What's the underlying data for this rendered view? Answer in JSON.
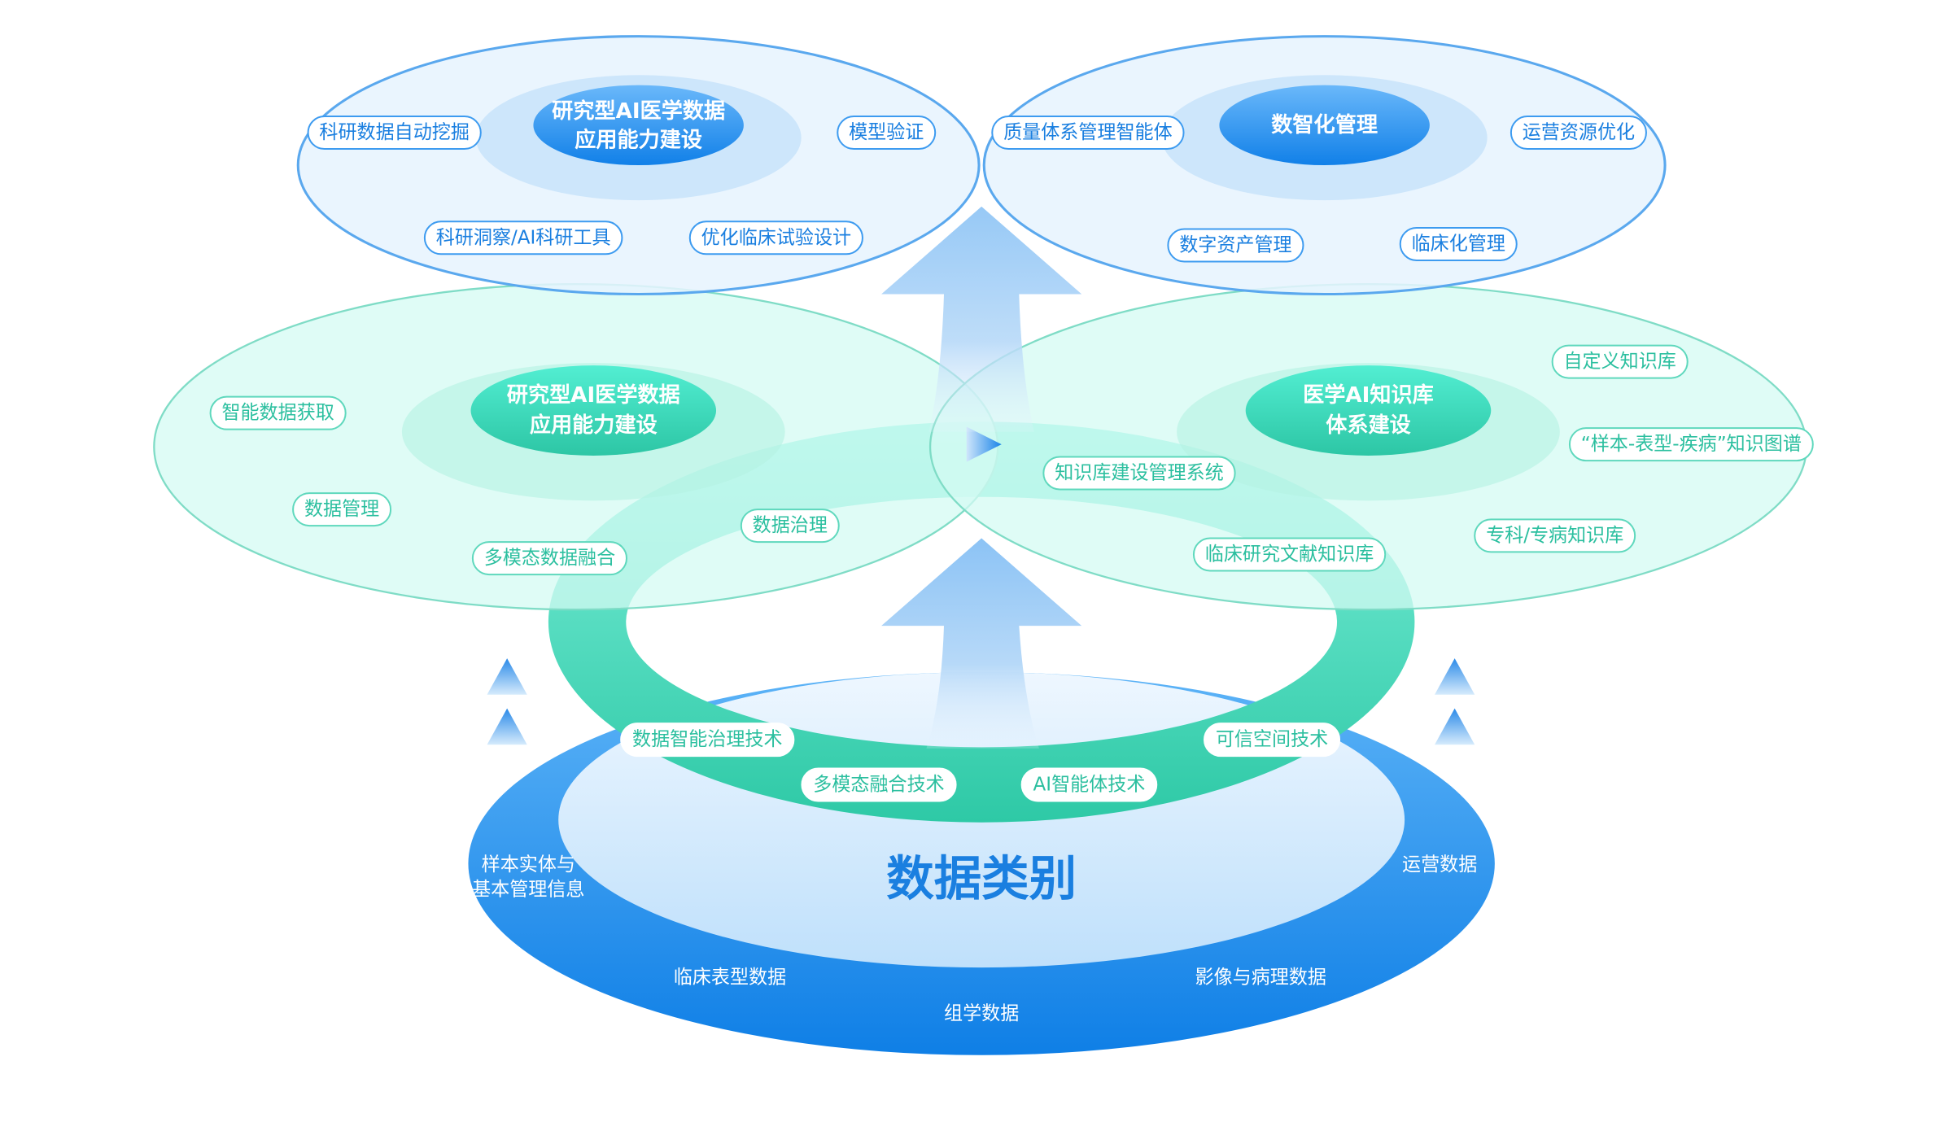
{
  "colors": {
    "blue": "#1f86ea",
    "teal": "#2fc9a8",
    "light_blue": "#d6ebfc",
    "light_teal": "#d9fbf4"
  },
  "top_left": {
    "core": [
      "研究型AI医学数据",
      "应用能力建设"
    ],
    "items": [
      "科研数据自动挖掘",
      "模型验证",
      "科研洞察/AI科研工具",
      "优化临床试验设计"
    ]
  },
  "top_right": {
    "core": [
      "数智化管理"
    ],
    "items": [
      "质量体系管理智能体",
      "运营资源优化",
      "数字资产管理",
      "临床化管理"
    ]
  },
  "mid_left": {
    "core": [
      "研究型AI医学数据",
      "应用能力建设"
    ],
    "items": [
      "智能数据获取",
      "数据管理",
      "多模态数据融合",
      "数据治理"
    ]
  },
  "mid_right": {
    "core": [
      "医学AI知识库",
      "体系建设"
    ],
    "items": [
      "自定义知识库",
      "“样本-表型-疾病”知识图谱",
      "知识库建设管理系统",
      "临床研究文献知识库",
      "专科/专病知识库"
    ]
  },
  "ring": {
    "items": [
      "数据智能治理技术",
      "多模态融合技术",
      "AI智能体技术",
      "可信空间技术"
    ]
  },
  "base": {
    "title": "数据类别",
    "items": [
      "样本实体与",
      "基本管理信息",
      "运营数据",
      "临床表型数据",
      "影像与病理数据",
      "组学数据"
    ]
  }
}
